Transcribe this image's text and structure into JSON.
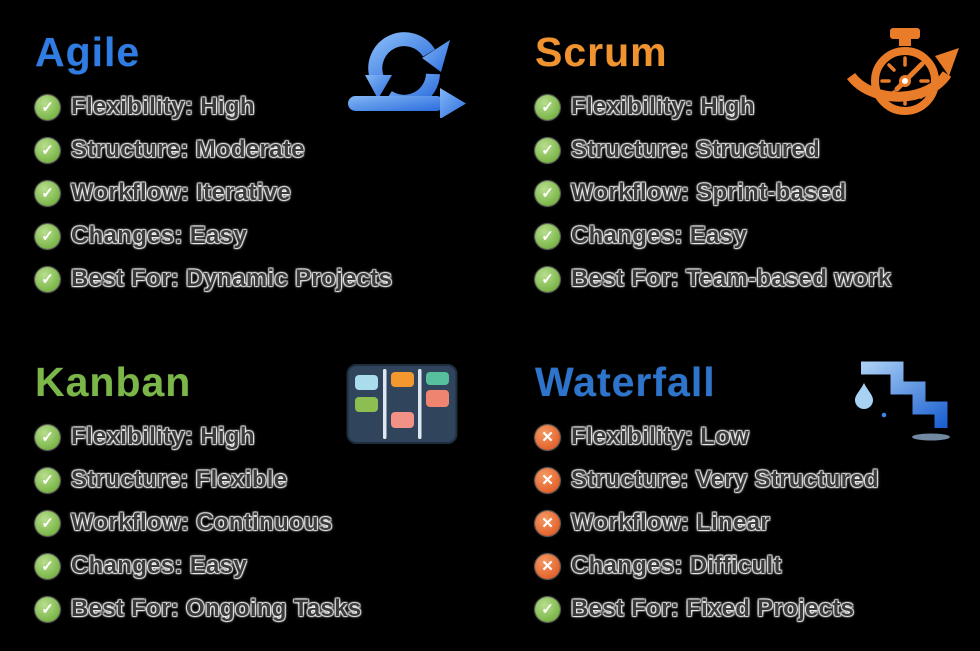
{
  "glyphs": {
    "check": "✓",
    "cross": "✕"
  },
  "colors": {
    "background": "#000000",
    "item_text": "#3b3b3b",
    "positive_badge": "#7eb84c",
    "negative_badge": "#e5662f"
  },
  "cards": [
    {
      "title": "Agile",
      "title_color": "#2e7ce4",
      "accent": "#3f83ea",
      "icon": "agile-loop-icon",
      "items": [
        {
          "text": "Flexibility: High",
          "status": "positive"
        },
        {
          "text": "Structure: Moderate",
          "status": "positive"
        },
        {
          "text": "Workflow: Iterative",
          "status": "positive"
        },
        {
          "text": "Changes: Easy",
          "status": "positive"
        },
        {
          "text": "Best For: Dynamic Projects",
          "status": "positive"
        }
      ]
    },
    {
      "title": "Scrum",
      "title_color": "#f0922e",
      "accent": "#e87c28",
      "icon": "stopwatch-icon",
      "items": [
        {
          "text": "Flexibility: High",
          "status": "positive"
        },
        {
          "text": "Structure: Structured",
          "status": "positive"
        },
        {
          "text": "Workflow: Sprint-based",
          "status": "positive"
        },
        {
          "text": "Changes: Easy",
          "status": "positive"
        },
        {
          "text": "Best For: Team-based work",
          "status": "positive"
        }
      ]
    },
    {
      "title": "Kanban",
      "title_color": "#7ab648",
      "accent": "#30455c",
      "icon": "kanban-board-icon",
      "items": [
        {
          "text": "Flexibility: High",
          "status": "positive"
        },
        {
          "text": "Structure: Flexible",
          "status": "positive"
        },
        {
          "text": "Workflow: Continuous",
          "status": "positive"
        },
        {
          "text": "Changes: Easy",
          "status": "positive"
        },
        {
          "text": "Best For: Ongoing Tasks",
          "status": "positive"
        }
      ]
    },
    {
      "title": "Waterfall",
      "title_color": "#2d74cc",
      "accent": "#3c82e8",
      "icon": "waterfall-steps-icon",
      "items": [
        {
          "text": "Flexibility: Low",
          "status": "negative"
        },
        {
          "text": "Structure: Very Structured",
          "status": "negative"
        },
        {
          "text": "Workflow: Linear",
          "status": "negative"
        },
        {
          "text": "Changes: Difficult",
          "status": "negative"
        },
        {
          "text": "Best For: Fixed Projects",
          "status": "positive"
        }
      ]
    }
  ]
}
